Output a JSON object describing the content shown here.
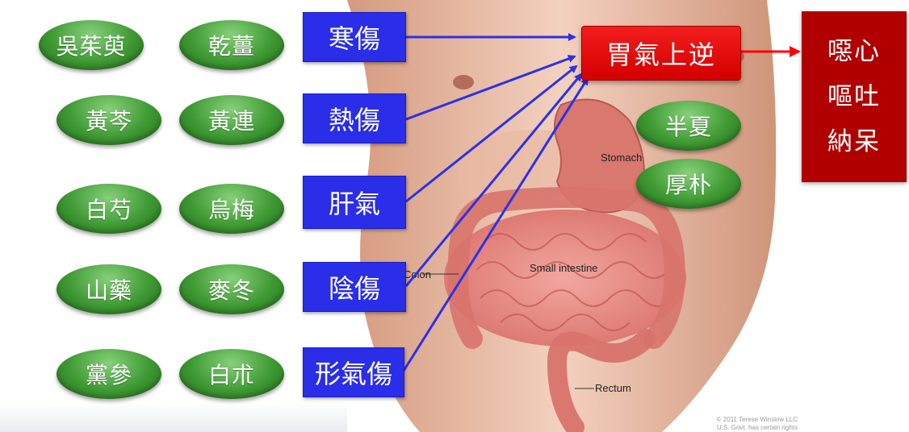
{
  "herbs": [
    {
      "label": "吳茱萸"
    },
    {
      "label": "乾薑"
    },
    {
      "label": "黃芩"
    },
    {
      "label": "黃連"
    },
    {
      "label": "白芍"
    },
    {
      "label": "烏梅"
    },
    {
      "label": "山藥"
    },
    {
      "label": "麥冬"
    },
    {
      "label": "黨參"
    },
    {
      "label": "白朮"
    },
    {
      "label": "半夏"
    },
    {
      "label": "厚朴"
    }
  ],
  "causes": [
    {
      "label": "寒傷"
    },
    {
      "label": "熱傷"
    },
    {
      "label": "肝氣"
    },
    {
      "label": "陰傷"
    },
    {
      "label": "形氣傷"
    }
  ],
  "target": {
    "label": "胃氣上逆"
  },
  "symptoms": {
    "line1": "噁心",
    "line2": "嘔吐",
    "line3": "納呆"
  },
  "anatomy": {
    "stomach": "Stomach",
    "small_intestine": "Small intestine",
    "colon": "Colon",
    "rectum": "Rectum",
    "copyright_1": "© 2011 Terese Winslow LLC",
    "copyright_2": "U.S. Govt. has certain rights"
  },
  "colors": {
    "herb_green": "#3f9a33",
    "cause_blue": "#2a2ee8",
    "target_red": "#e00000",
    "symptom_red": "#b00000",
    "arrow_blue": "#2d31e6",
    "arrow_red": "#ff0000"
  }
}
